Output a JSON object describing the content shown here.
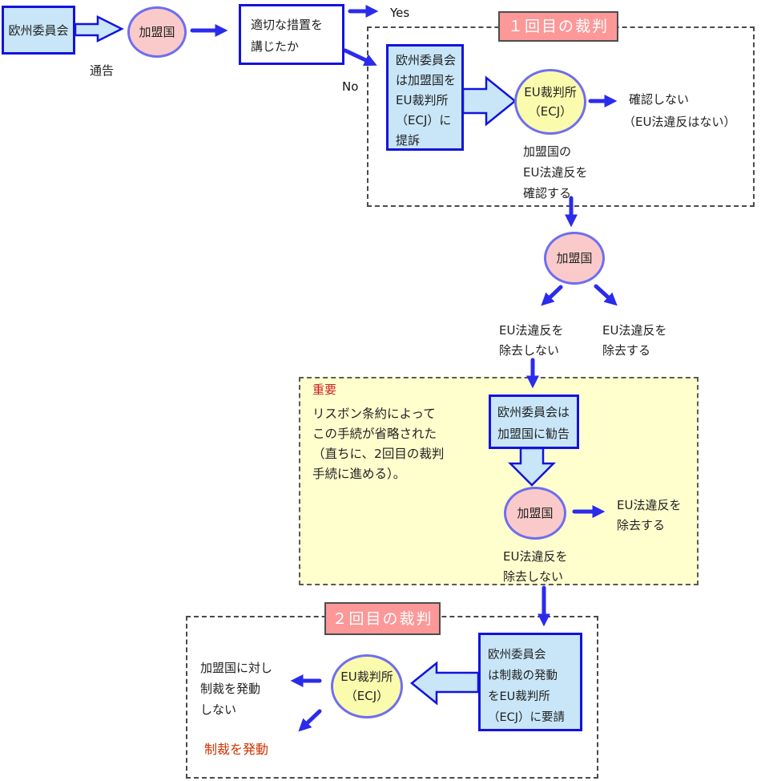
{
  "sections": {
    "trial1": "１回目の裁判",
    "trial2": "２回目の裁判",
    "important": "重要"
  },
  "nodes": {
    "commission": "欧州委員会",
    "member_state": "加盟国",
    "measures": [
      "適切な措置を",
      "講じたか"
    ],
    "appeal": [
      "欧州委員会",
      "は加盟国を",
      "EU裁判所",
      "（ECJ）に",
      "提訴"
    ],
    "ecj": [
      "EU裁判所",
      "（ECJ）"
    ],
    "recommend": [
      "欧州委員会は",
      "加盟国に勧告"
    ],
    "request": [
      "欧州委員会",
      "は制裁の発動",
      "をEU裁判所",
      "（ECJ）に要請"
    ]
  },
  "labels": {
    "notify": "通告",
    "yes": "Yes",
    "no": "No",
    "not_confirm": [
      "確認しない",
      "（EU法違反はない）"
    ],
    "confirm": [
      "加盟国の",
      "EU法違反を",
      "確認する"
    ],
    "not_remove": [
      "EU法違反を",
      "除去しない"
    ],
    "remove": [
      "EU法違反を",
      "除去する"
    ],
    "important_note": [
      "リスボン条約によって",
      "この手続が省略された",
      "（直ちに、2回目の裁判",
      "手続に進める）。"
    ],
    "no_sanction": [
      "加盟国に対し",
      "制裁を発動",
      "しない"
    ],
    "sanction": "制裁を発動"
  },
  "colors": {
    "process_box_fill": "#c8e6f8",
    "process_box_border": "#1313dd",
    "state_circle_fill": "#facaca",
    "court_circle_fill": "#fbfbae",
    "circle_border": "#6e6eef",
    "section_title_fill": "#fc9898",
    "important_region_fill": "#ffffce",
    "arrow_blue": "#2b2bec",
    "important_text": "#cc2222",
    "sanction_text": "#cc3300"
  }
}
